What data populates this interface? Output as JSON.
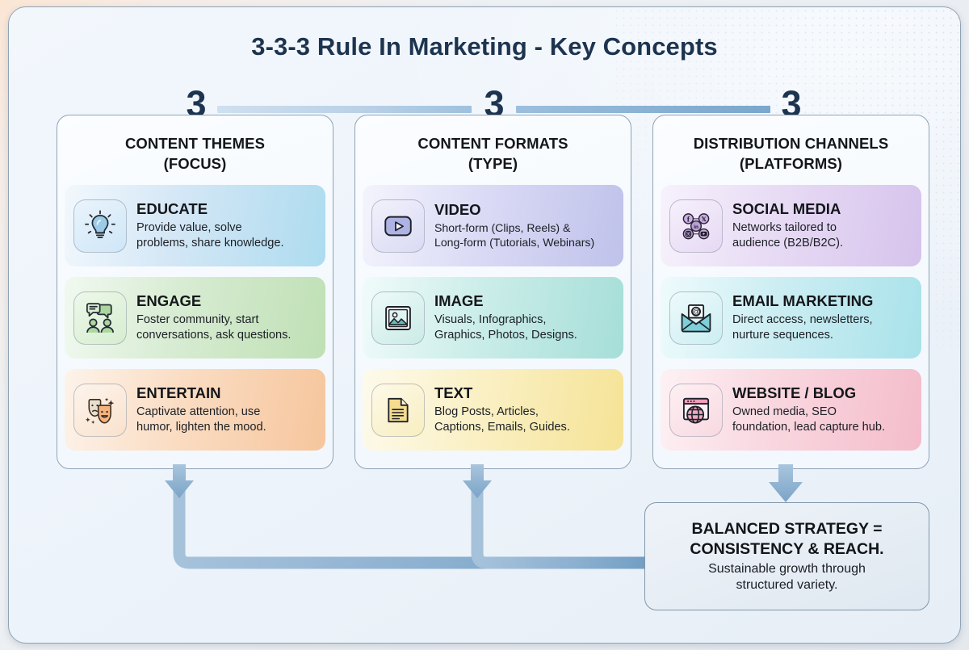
{
  "title": "3-3-3 Rule In Marketing - Key Concepts",
  "numbers": [
    "3",
    "3",
    "3"
  ],
  "columns": [
    {
      "id": "content-themes",
      "heading_line1": "CONTENT THEMES",
      "heading_line2": "(FOCUS)",
      "items": [
        {
          "title": "EDUCATE",
          "desc_line1": "Provide value, solve",
          "desc_line2": "problems, share knowledge.",
          "icon": "lightbulb-icon",
          "color": "#addcef"
        },
        {
          "title": "ENGAGE",
          "desc_line1": "Foster community, start",
          "desc_line2": "conversations, ask questions.",
          "icon": "chat-people-icon",
          "color": "#bfe0b5"
        },
        {
          "title": "ENTERTAIN",
          "desc_line1": "Captivate attention, use",
          "desc_line2": "humor, lighten the mood.",
          "icon": "theater-masks-icon",
          "color": "#f6c69d"
        }
      ]
    },
    {
      "id": "content-formats",
      "heading_line1": "CONTENT FORMATS",
      "heading_line2": "(TYPE)",
      "items": [
        {
          "title": "VIDEO",
          "desc_line1": "Short-form (Clips, Reels) &",
          "desc_line2": "Long-form (Tutorials, Webinars)",
          "icon": "video-play-icon",
          "color": "#bfc2ea"
        },
        {
          "title": "IMAGE",
          "desc_line1": "Visuals, Infographics,",
          "desc_line2": "Graphics, Photos, Designs.",
          "icon": "picture-icon",
          "color": "#a6ded8"
        },
        {
          "title": "TEXT",
          "desc_line1": "Blog Posts, Articles,",
          "desc_line2": "Captions, Emails, Guides.",
          "icon": "document-icon",
          "color": "#f5e396"
        }
      ]
    },
    {
      "id": "distribution-channels",
      "heading_line1": "DISTRIBUTION CHANNELS",
      "heading_line2": "(PLATFORMS)",
      "items": [
        {
          "title": "SOCIAL MEDIA",
          "desc_line1": "Networks tailored to",
          "desc_line2": "audience (B2B/B2C).",
          "icon": "social-network-icon",
          "color": "#d6c3ec"
        },
        {
          "title": "EMAIL MARKETING",
          "desc_line1": "Direct access, newsletters,",
          "desc_line2": "nurture sequences.",
          "icon": "email-envelope-icon",
          "color": "#a9e2ea"
        },
        {
          "title": "WEBSITE / BLOG",
          "desc_line1": "Owned media, SEO",
          "desc_line2": "foundation, lead capture hub.",
          "icon": "browser-globe-icon",
          "color": "#f4bccb"
        }
      ]
    }
  ],
  "summary": {
    "title_line1": "BALANCED STRATEGY =",
    "title_line2": "CONSISTENCY & REACH.",
    "subtitle_line1": "Sustainable growth through",
    "subtitle_line2": "structured variety."
  },
  "theme": {
    "title_color": "#1d3450",
    "connector_color": "#7aa7cc",
    "arrow_color": "#7fa6c8"
  }
}
